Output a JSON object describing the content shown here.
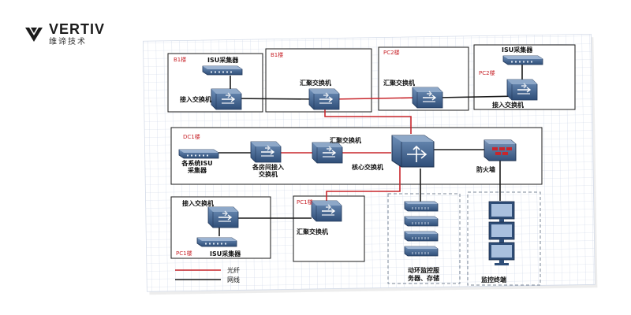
{
  "brand": {
    "name": "VERTIV",
    "subtitle": "维谛技术"
  },
  "colors": {
    "fiber": "#c8262c",
    "network": "#1a1a1a",
    "device": "#3a5f8a",
    "grid": "#c9d3e6"
  },
  "rooms": {
    "b1_left": "B1楼",
    "b1_mid": "B1楼",
    "pc2_mid": "PC2楼",
    "pc2_right": "PC2楼",
    "dc1": "DC1楼",
    "pc1_left": "PC1楼",
    "pc1_mid": "PC1楼"
  },
  "labels": {
    "isu_collector_top_left": "ISU采集器",
    "access_switch_top_left": "接入交换机",
    "agg_switch_b1": "汇聚交换机",
    "agg_switch_pc2": "汇聚交换机",
    "isu_collector_top_right": "ISU采集器",
    "access_switch_top_right": "接入交换机",
    "dc1_isu": "各系统ISU\n采集器",
    "dc1_access": "各房间接入\n交换机",
    "dc1_agg": "汇聚交换机",
    "core_switch": "核心交换机",
    "firewall": "防火墙",
    "pc1_access": "接入交换机",
    "pc1_isu": "ISU采集器",
    "pc1_agg": "汇聚交换机",
    "servers": "动环监控服\n务器、存储",
    "terminals": "监控终端"
  },
  "legend": {
    "fiber": "光纤",
    "network": "网线"
  }
}
